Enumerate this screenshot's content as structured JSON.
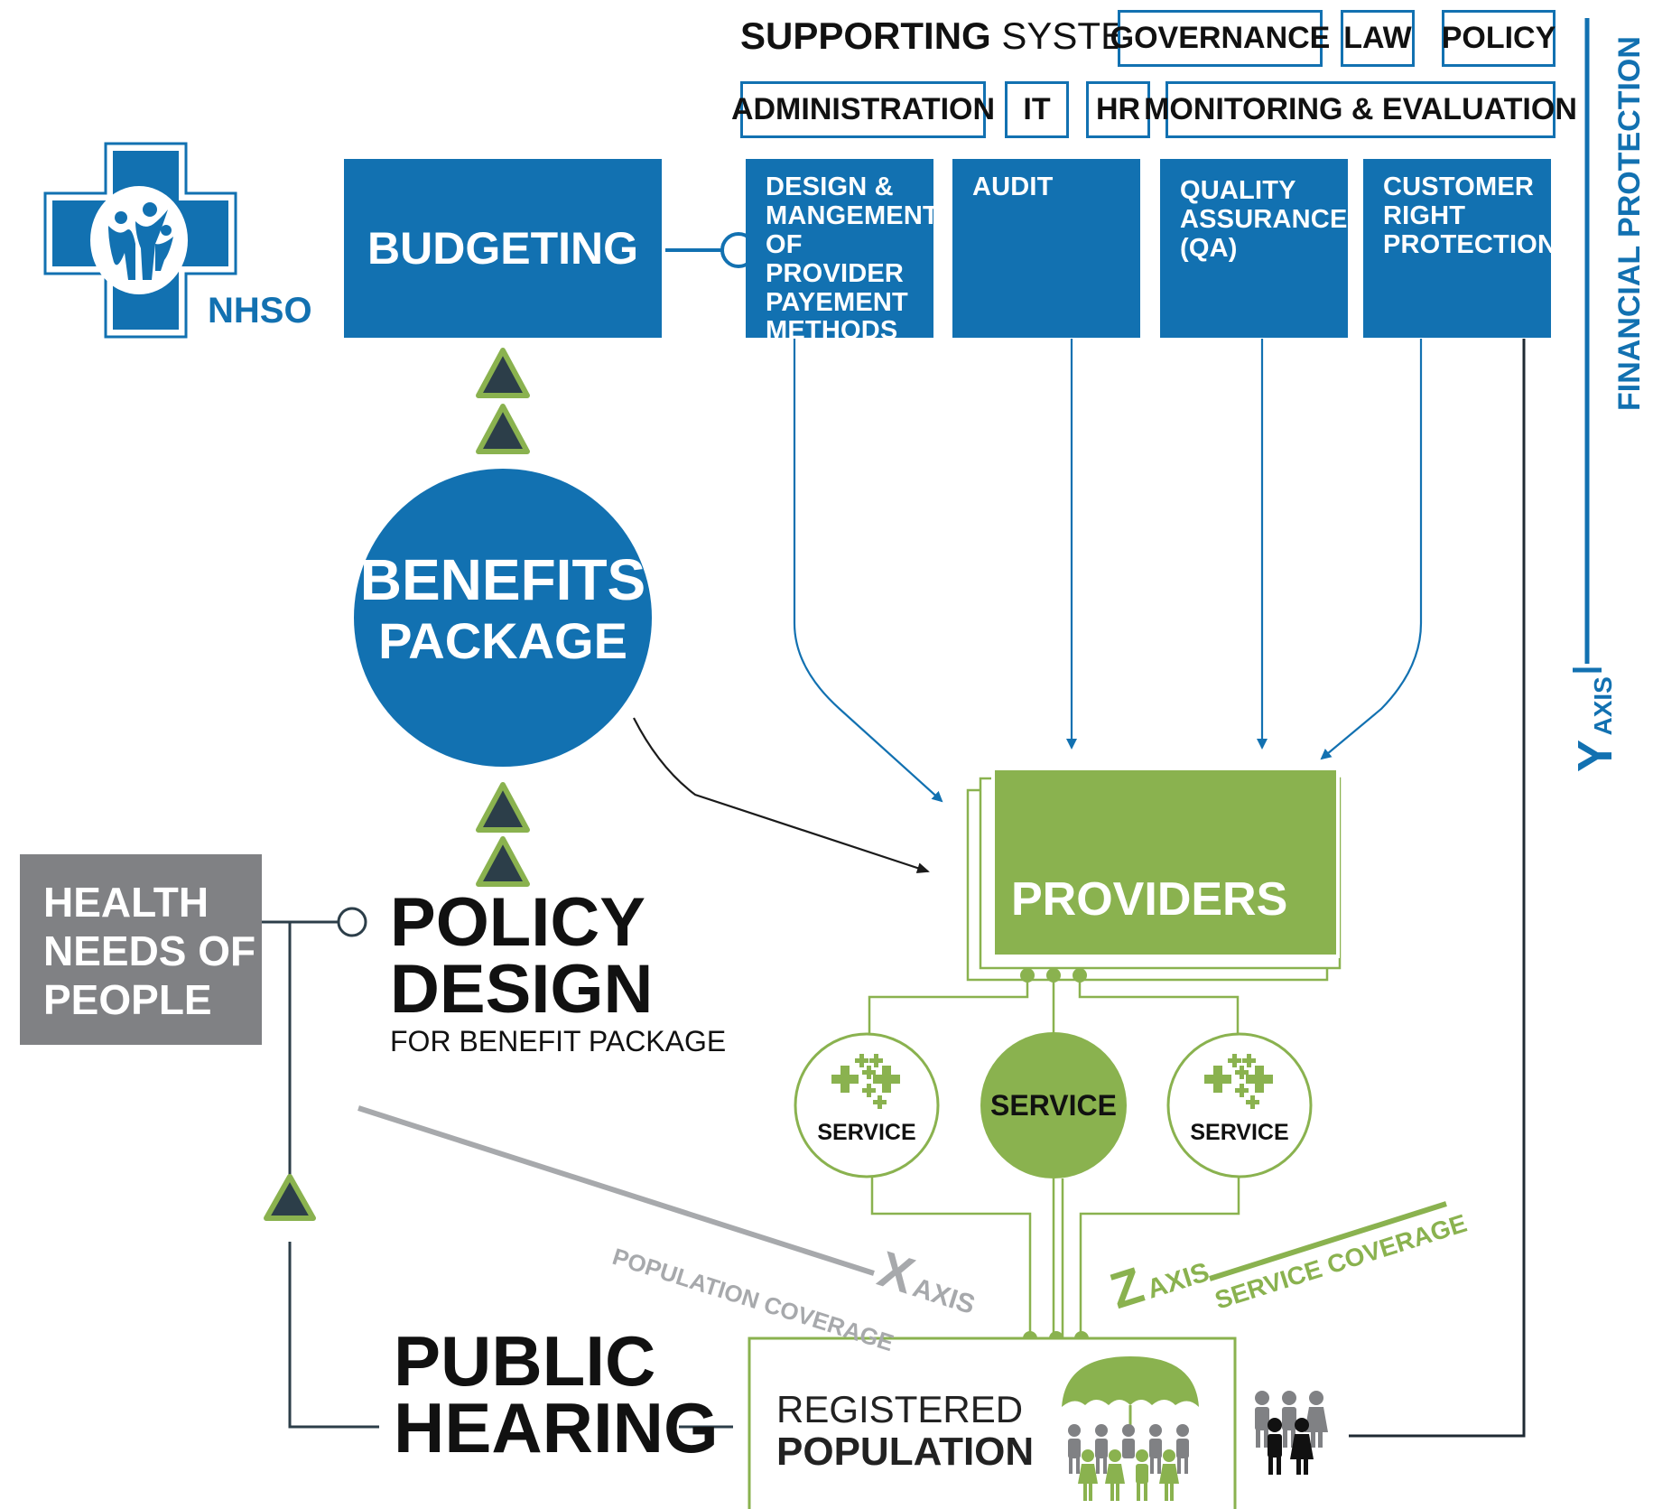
{
  "supporting": {
    "heading_bold": "SUPPORTING",
    "heading_light": "SYSTEMS",
    "boxes": [
      "GOVERNANCE",
      "LAW",
      "POLICY",
      "ADMINISTRATION",
      "IT",
      "HR",
      "MONITORING & EVALUATION"
    ]
  },
  "logo": {
    "text": "NHSO"
  },
  "budgeting": "BUDGETING",
  "functions": [
    {
      "lines": [
        "DESIGN &",
        "MANGEMENT",
        "OF PROVIDER",
        "PAYEMENT",
        "METHODS"
      ]
    },
    {
      "lines": [
        "AUDIT"
      ]
    },
    {
      "lines": [
        "QUALITY",
        "ASSURANCE",
        "(QA)"
      ]
    },
    {
      "lines": [
        "CUSTOMER",
        "RIGHT",
        "PROTECTION"
      ]
    }
  ],
  "benefits": {
    "line1": "BENEFITS",
    "line2": "PACKAGE"
  },
  "health_needs": [
    "HEALTH",
    "NEEDS OF",
    "PEOPLE"
  ],
  "policy_design": {
    "line1": "POLICY",
    "line2": "DESIGN",
    "sub": "FOR BENEFIT PACKAGE"
  },
  "providers": "PROVIDERS",
  "services": [
    "SERVICE",
    "SERVICE",
    "SERVICE"
  ],
  "public_hearing": {
    "line1": "PUBLIC",
    "line2": "HEARING"
  },
  "registered": {
    "line1": "REGISTERED",
    "line2": "POPULATION"
  },
  "axes": {
    "x_letter": "X",
    "x_word": "AXIS",
    "x_desc": "POPULATION COVERAGE",
    "z_letter": "Z",
    "z_word": "AXIS",
    "z_desc": "SERVICE COVERAGE",
    "y_letter": "Y",
    "y_word": "AXIS",
    "y_desc": "FINANCIAL PROTECTION"
  },
  "colors": {
    "blue": "#1271b1",
    "green": "#8ab24f",
    "gray": "#808184",
    "dark": "#222a31"
  }
}
